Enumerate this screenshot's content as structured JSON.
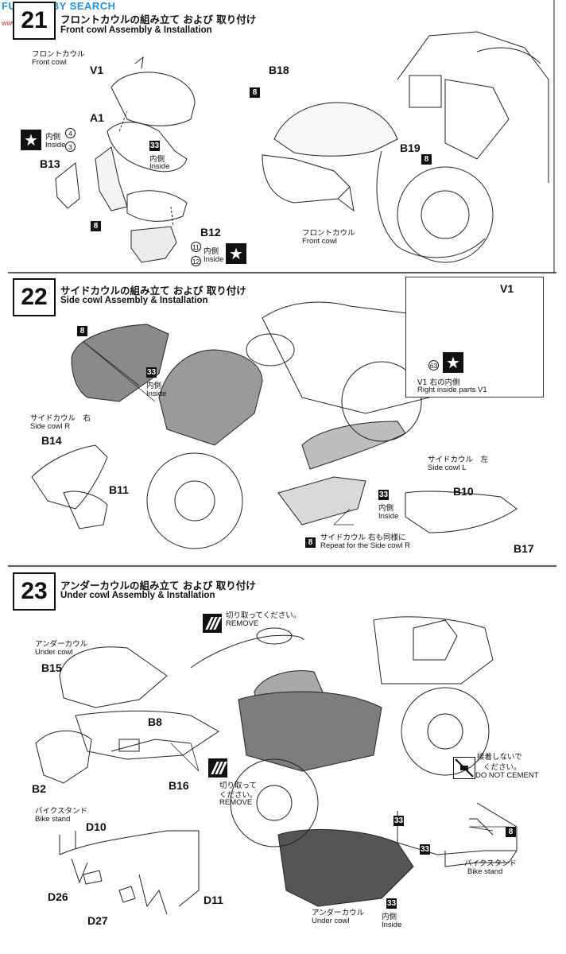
{
  "watermark": {
    "brand": "FUN HOBBY SEARCH",
    "site": "www.tanshu.com"
  },
  "step21": {
    "number": "21",
    "title_jp": "フロントカウルの組み立て および 取り付け",
    "title_en": "Front cowl Assembly & Installation",
    "front_cowl_jp": "フロントカウル",
    "front_cowl_en": "Front cowl",
    "parts": {
      "v1": "V1",
      "a1": "A1",
      "b13": "B13",
      "b12": "B12",
      "b18": "B18",
      "b19": "B19"
    },
    "inside_jp": "内側",
    "inside_en": "Inside",
    "decals": {
      "d4": "4",
      "d3": "3",
      "d33": "33",
      "d11": "11",
      "d12": "12"
    },
    "cement": "8",
    "front_cowl2_jp": "フロントカウル",
    "front_cowl2_en": "Front cowl"
  },
  "step22": {
    "number": "22",
    "title_jp": "サイドカウルの組み立て および 取り付け",
    "title_en": "Side cowl Assembly & Installation",
    "side_r_jp": "サイドカウル　右",
    "side_r_en": "Side cowl R",
    "side_l_jp": "サイドカウル　左",
    "side_l_en": "Side cowl L",
    "parts": {
      "b14": "B14",
      "b11": "B11",
      "b10": "B10",
      "b17": "B17"
    },
    "inside_jp": "内側",
    "inside_en": "Inside",
    "decal33": "33",
    "cement": "8",
    "repeat_jp": "サイドカウル 右も同様に",
    "repeat_en": "Repeat for the Side cowl R",
    "inset": {
      "part": "V1",
      "decal": "63",
      "label_jp": "V1 右の内側",
      "label_en": "Right inside parts V1"
    }
  },
  "step23": {
    "number": "23",
    "title_jp": "アンダーカウルの組み立て および 取り付け",
    "title_en": "Under cowl Assembly & Installation",
    "under_jp": "アンダーカウル",
    "under_en": "Under cowl",
    "parts": {
      "b15": "B15",
      "b8": "B8",
      "b2": "B2",
      "b16": "B16",
      "d10": "D10",
      "d26": "D26",
      "d27": "D27",
      "d11": "D11"
    },
    "cut_jp": "切り取ってください。",
    "cut_en": "REMOVE",
    "cut2_jp1": "切り取って",
    "cut2_jp2": "ください。",
    "cut2_en": "REMOVE",
    "bike_stand_jp": "バイクスタンド",
    "bike_stand_en": "Bike stand",
    "no_cement_jp1": "接着しないで",
    "no_cement_jp2": "ください。",
    "no_cement_en": "DO NOT CEMENT",
    "decal33": "33",
    "cement": "8",
    "inside_jp": "内側",
    "inside_en": "Inside",
    "under2_jp": "アンダーカウル",
    "under2_en": "Under cowl",
    "bike_stand2_jp": "バイクスタンド",
    "bike_stand2_en": "Bike stand"
  }
}
